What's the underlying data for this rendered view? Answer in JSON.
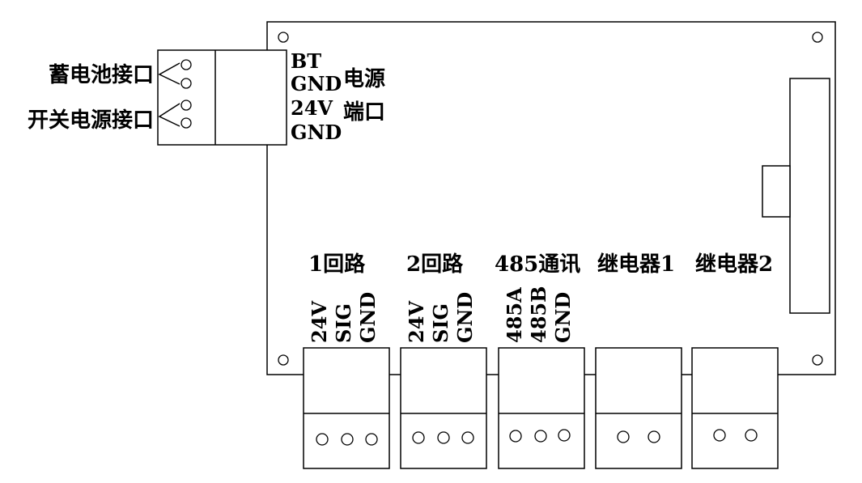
{
  "left_labels": {
    "battery": "蓄电池接口",
    "switch_power": "开关电源接口"
  },
  "power_terminal": {
    "pins": [
      "BT",
      "GND",
      "24V",
      "GND"
    ],
    "title_line1": "电源",
    "title_line2": "端口"
  },
  "ports": [
    {
      "title": "1回路",
      "pins": [
        "24V",
        "SIG",
        "GND"
      ],
      "holes": 3
    },
    {
      "title": "2回路",
      "pins": [
        "24V",
        "SIG",
        "GND"
      ],
      "holes": 3
    },
    {
      "title": "485通讯",
      "pins": [
        "485A",
        "485B",
        "GND"
      ],
      "holes": 3
    },
    {
      "title": "继电器1",
      "pins": [],
      "holes": 2
    },
    {
      "title": "继电器2",
      "pins": [],
      "holes": 2
    }
  ]
}
